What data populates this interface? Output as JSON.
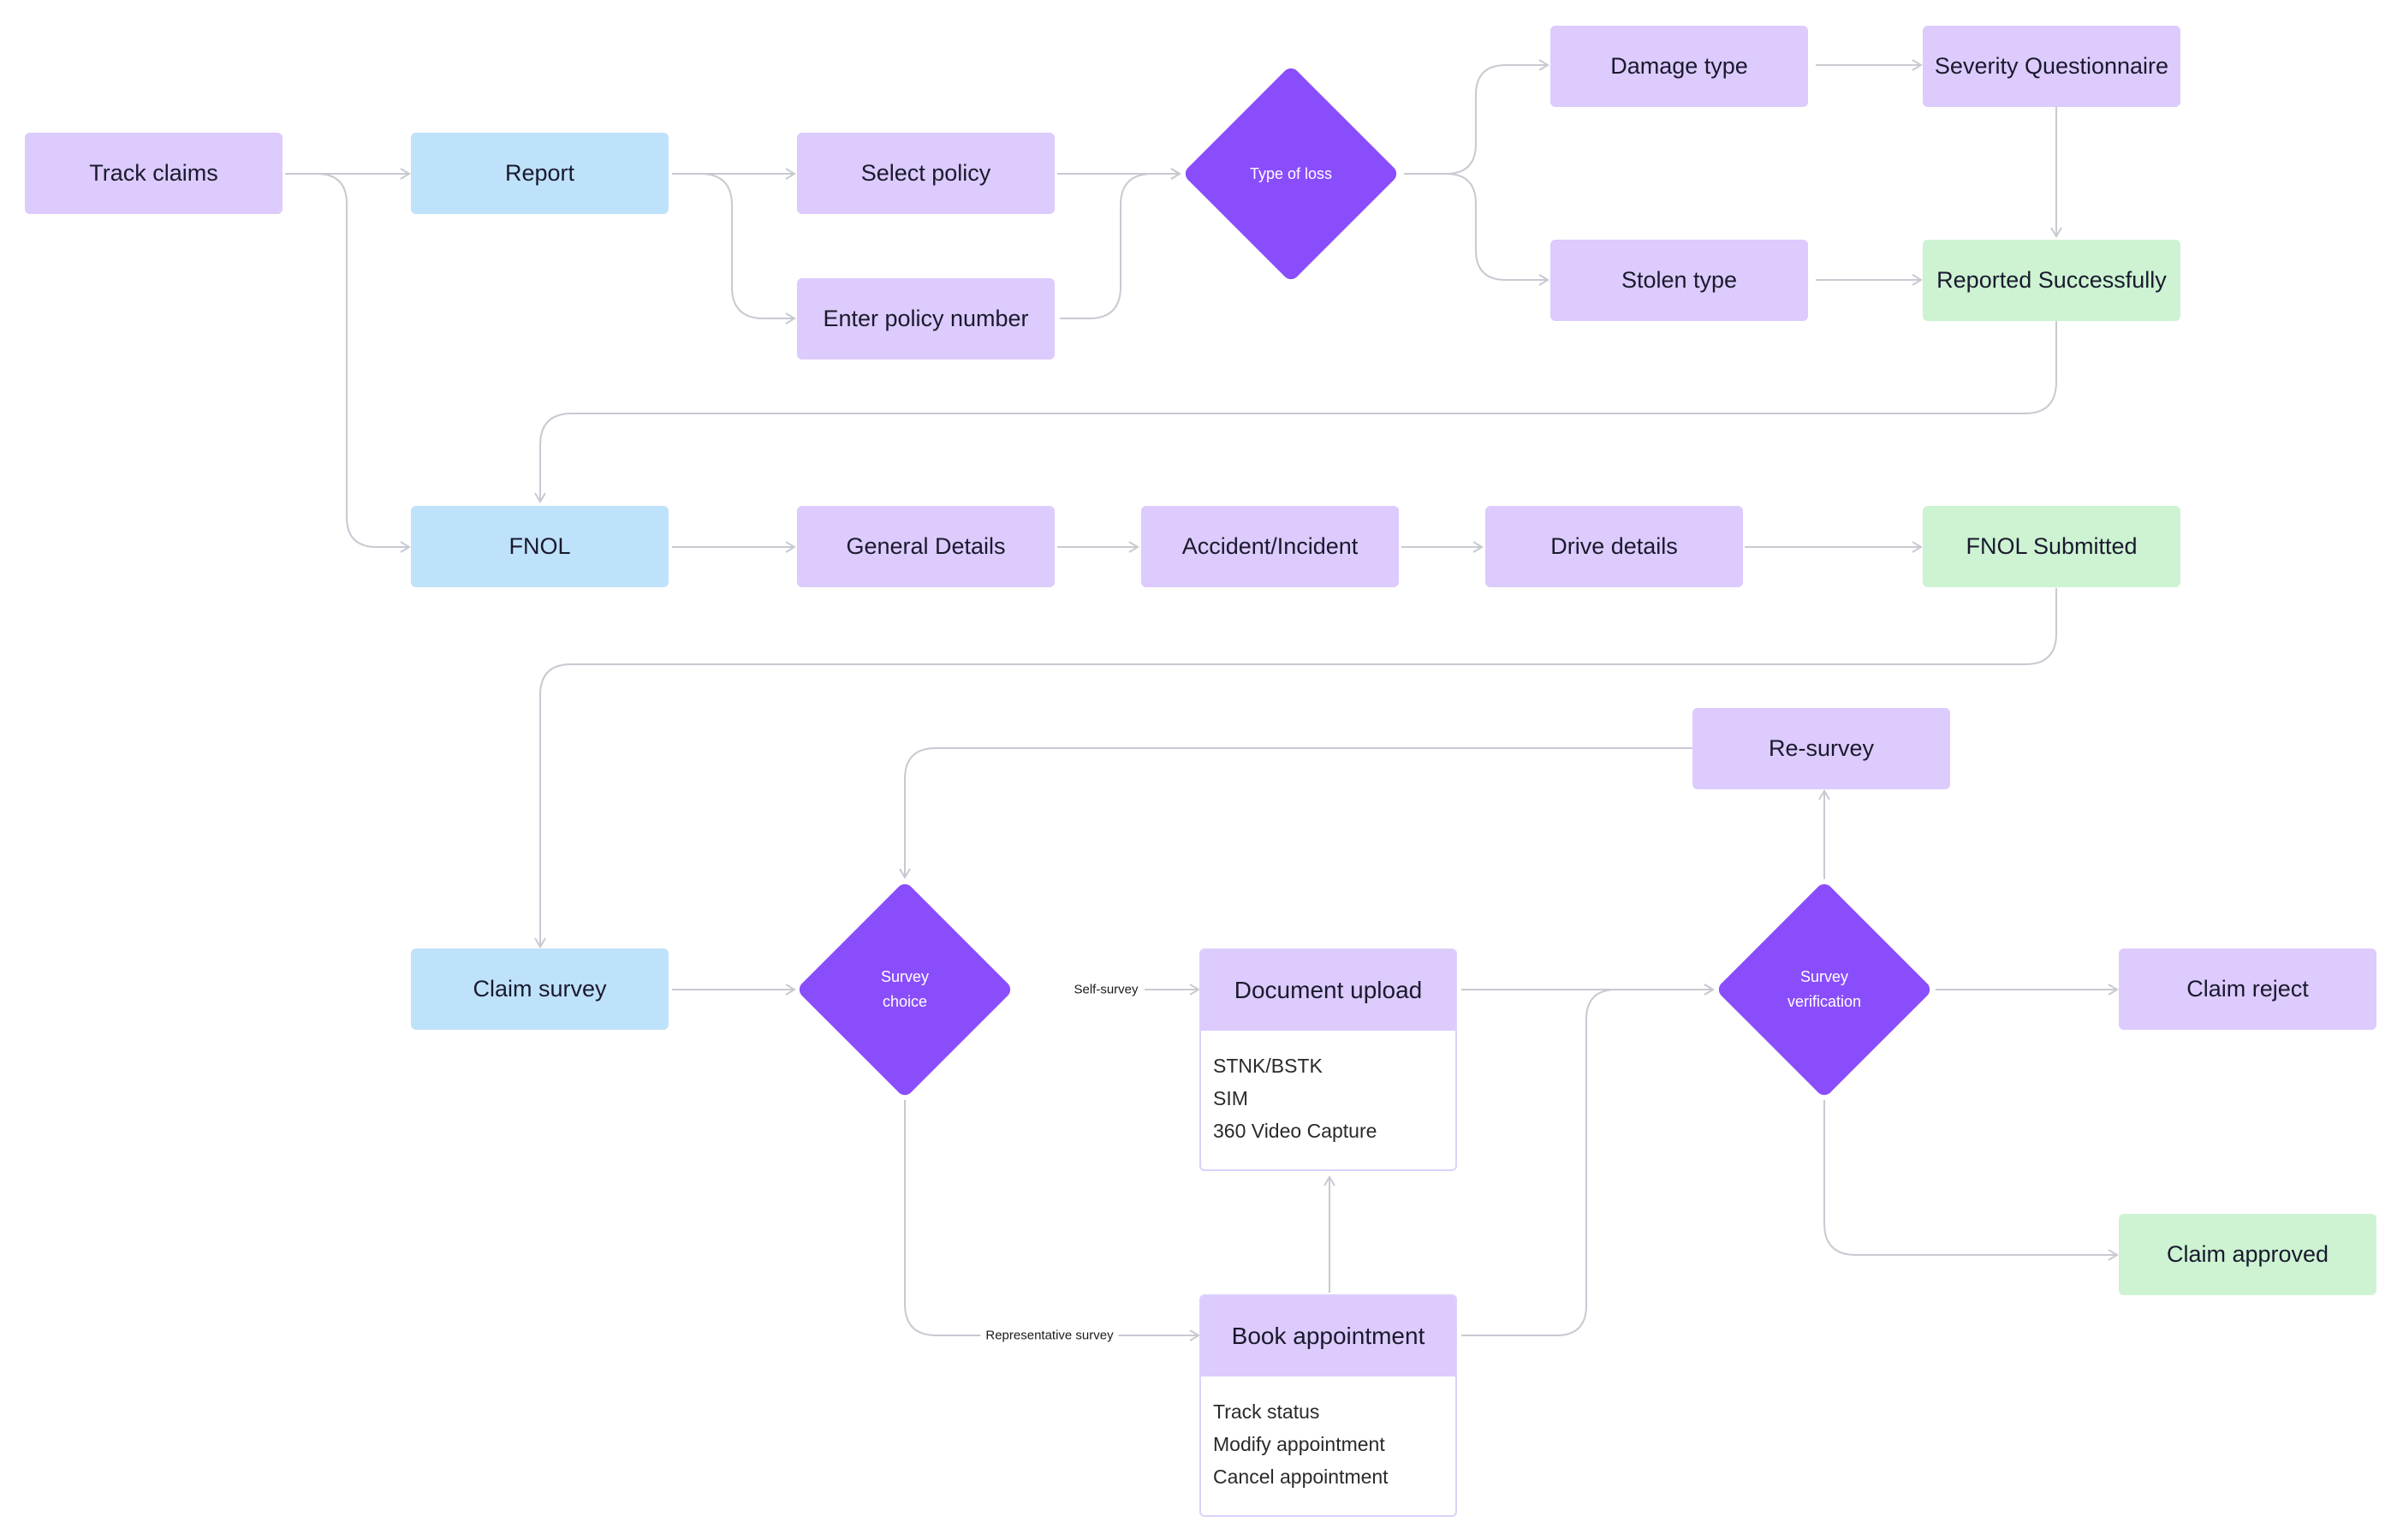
{
  "nodes": {
    "track_claims": "Track claims",
    "report": "Report",
    "select_policy": "Select policy",
    "enter_policy_number": "Enter policy number",
    "type_of_loss": "Type of loss",
    "damage_type": "Damage type",
    "severity_questionnaire": "Severity Questionnaire",
    "stolen_type": "Stolen type",
    "reported_successfully": "Reported Successfully",
    "fnol": "FNOL",
    "general_details": "General Details",
    "accident_incident": "Accident/Incident",
    "drive_details": "Drive details",
    "fnol_submitted": "FNOL Submitted",
    "re_survey": "Re-survey",
    "claim_survey": "Claim survey",
    "survey_choice_line1": "Survey",
    "survey_choice_line2": "choice",
    "survey_verification_line1": "Survey",
    "survey_verification_line2": "verification",
    "claim_reject": "Claim reject",
    "claim_approved": "Claim approved"
  },
  "document_upload": {
    "title": "Document upload",
    "items": [
      "STNK/BSTK",
      "SIM",
      "360 Video Capture"
    ]
  },
  "book_appointment": {
    "title": "Book appointment",
    "items": [
      "Track status",
      "Modify appointment",
      "Cancel appointment"
    ]
  },
  "edge_labels": {
    "self_survey": "Self-survey",
    "representative_survey": "Representative survey"
  },
  "colors": {
    "step": "#dccbfc",
    "entry": "#bfe2fb",
    "success": "#cdf3d2",
    "decision": "#8a4dfb",
    "connector": "#c9c9d3"
  }
}
